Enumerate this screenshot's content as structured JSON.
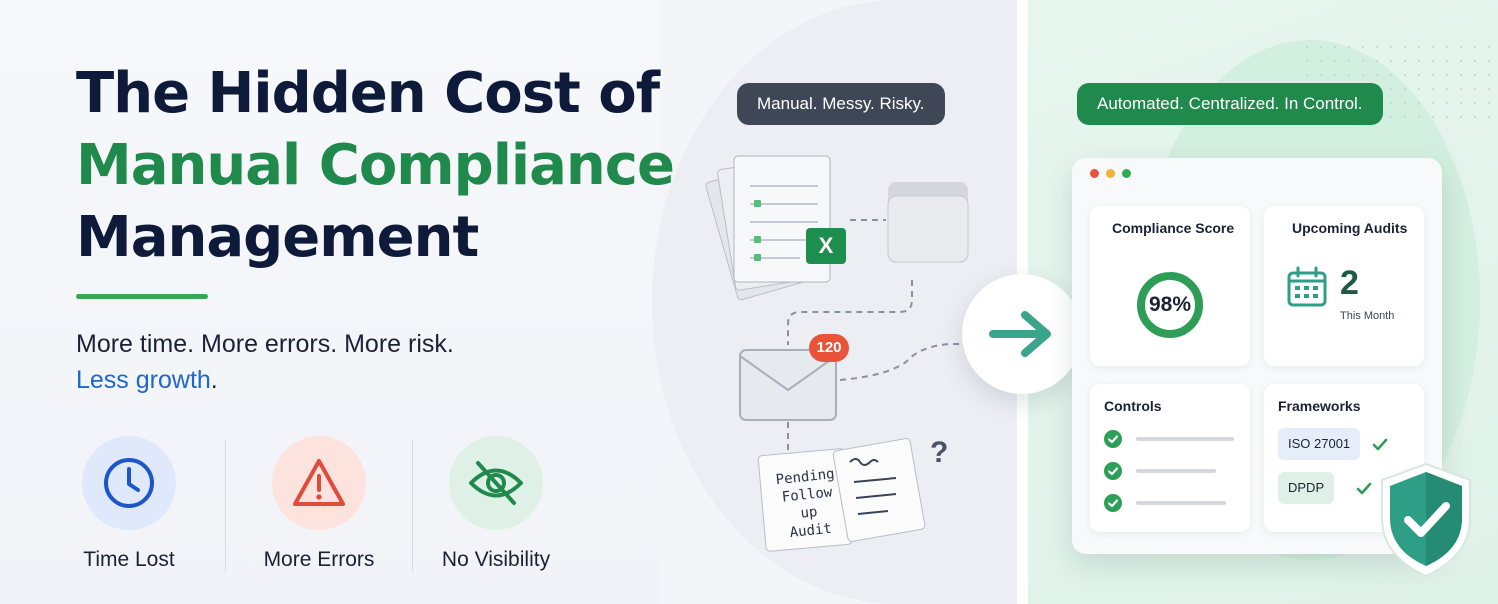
{
  "headline": {
    "line1": "The Hidden Cost of",
    "line2": "Manual Compliance",
    "line3": "Management"
  },
  "tagline": {
    "part1": "More time. More errors. More risk.",
    "part2": "Less growth",
    "period": "."
  },
  "stats": [
    {
      "label": "Time Lost",
      "icon": "clock-icon"
    },
    {
      "label": "More Errors",
      "icon": "warning-icon"
    },
    {
      "label": "No Visibility",
      "icon": "eye-off-icon"
    }
  ],
  "before": {
    "pill": "Manual. Messy. Risky.",
    "excel_letter": "X",
    "email_badge": "120",
    "question_mark": "?",
    "note_lines": [
      "Pending",
      "Follow",
      "up",
      "Audit"
    ]
  },
  "after": {
    "pill": "Automated. Centralized. In Control.",
    "compliance_score": {
      "title": "Compliance Score",
      "value": "98%",
      "fraction": 0.98
    },
    "upcoming_audits": {
      "title": "Upcoming Audits",
      "count": "2",
      "period": "This Month"
    },
    "controls": {
      "title": "Controls"
    },
    "frameworks": {
      "title": "Frameworks",
      "items": [
        "ISO 27001",
        "DPDP"
      ]
    }
  },
  "colors": {
    "navy": "#0e1a3a",
    "green": "#1f8a4c",
    "blue": "#1e66d0",
    "red": "#e8533a",
    "teal_shield": "#2f9e86"
  }
}
